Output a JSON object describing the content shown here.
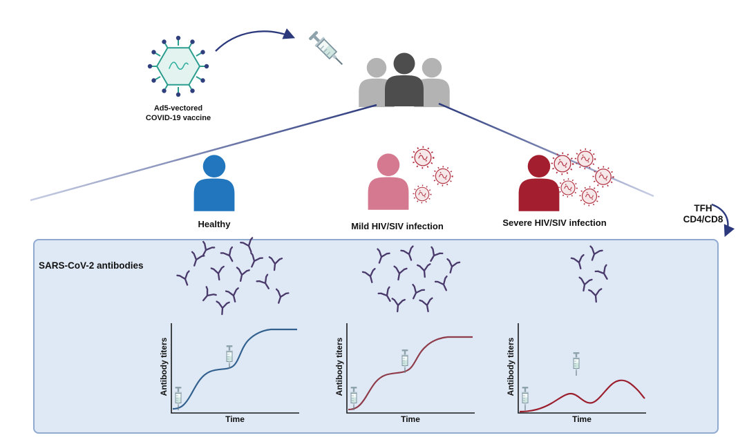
{
  "figure": {
    "vaccine": {
      "label_line1": "Ad5-vectored",
      "label_line2": "COVID-19 vaccine"
    },
    "cohorts": [
      {
        "label": "Healthy",
        "color": "#2176bd",
        "virus_particles": 0,
        "antibody_count": 14
      },
      {
        "label": "Mild HIV/SIV infection",
        "color": "#d4798f",
        "virus_particles": 3,
        "antibody_count": 12
      },
      {
        "label": "Severe HIV/SIV infection",
        "color": "#a31e2e",
        "virus_particles": 5,
        "antibody_count": 5
      }
    ],
    "tfh": {
      "line1": "TFH",
      "line2": "CD4/CD8"
    },
    "panel_title": "SARS-CoV-2 antibodies"
  },
  "charts": {
    "ylabel": "Antibody titers",
    "xlabel": "Time"
  },
  "chart_data": [
    {
      "type": "line",
      "title": "Healthy",
      "xlabel": "Time",
      "ylabel": "Antibody titers",
      "x": [
        0,
        1,
        2,
        3,
        4,
        5,
        6,
        7,
        8,
        9,
        10
      ],
      "values": [
        0.2,
        0.6,
        2.2,
        4.0,
        4.8,
        5.0,
        6.6,
        8.8,
        9.5,
        9.6,
        9.6
      ],
      "vaccination_times_x": [
        0.4,
        4.5
      ],
      "ylim": [
        0,
        10
      ],
      "grid": false,
      "legend": "none"
    },
    {
      "type": "line",
      "title": "Mild HIV/SIV infection",
      "xlabel": "Time",
      "ylabel": "Antibody titers",
      "x": [
        0,
        1,
        2,
        3,
        4,
        5,
        6,
        7,
        8,
        9,
        10
      ],
      "values": [
        0.2,
        0.5,
        1.8,
        3.6,
        4.4,
        4.6,
        5.8,
        7.6,
        8.6,
        8.8,
        8.8
      ],
      "vaccination_times_x": [
        0.4,
        4.5
      ],
      "ylim": [
        0,
        10
      ],
      "grid": false,
      "legend": "none"
    },
    {
      "type": "line",
      "title": "Severe HIV/SIV infection",
      "xlabel": "Time",
      "ylabel": "Antibody titers",
      "x": [
        0,
        1,
        2,
        3,
        4,
        5,
        6,
        7,
        8,
        9,
        10
      ],
      "values": [
        0.1,
        0.3,
        0.9,
        1.7,
        2.2,
        1.5,
        1.2,
        2.2,
        3.4,
        3.0,
        1.7
      ],
      "vaccination_times_x": [
        0.4,
        4.5
      ],
      "ylim": [
        0,
        10
      ],
      "grid": false,
      "legend": "none"
    }
  ],
  "colors": {
    "panel_bg": "#dfe9f5",
    "panel_border": "#8fa9cf",
    "vaccine_virus_outline": "#2a9d8f",
    "vaccine_spike_knob": "#2f3e7c",
    "connector_arrow": "#2c3a7d",
    "people_side": "#b3b3b3",
    "people_center": "#4d4d4d",
    "healthy_person": "#2176bd",
    "mild_person": "#d4798f",
    "severe_person": "#a31e2e",
    "hiv_particle": "#b23242",
    "antibody": "#4a3a6b",
    "curve_healthy": "#33618f",
    "curve_mild": "#8e3b4a",
    "curve_severe": "#9c1f2e"
  }
}
